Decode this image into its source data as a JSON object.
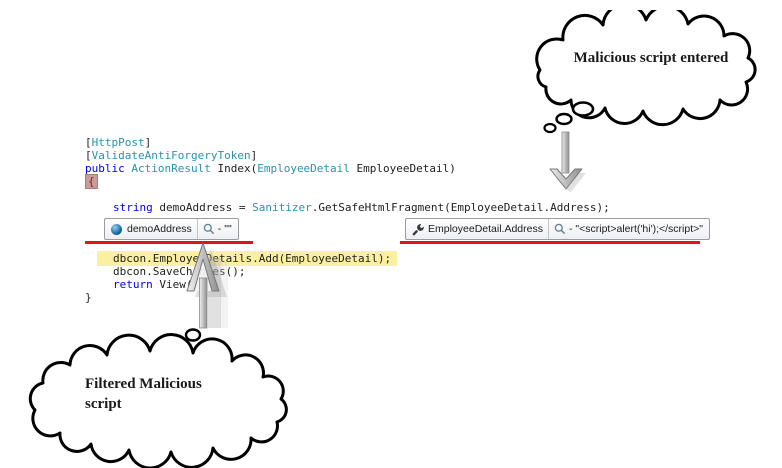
{
  "annotations": {
    "cloud_top": {
      "label": "Malicious script entered"
    },
    "cloud_bottom": {
      "label_line1": "Filtered Malicious",
      "label_line2": "script"
    }
  },
  "code": {
    "l1": [
      "[",
      "HttpPost",
      "]"
    ],
    "l2": [
      "[",
      "ValidateAntiForgeryToken",
      "]"
    ],
    "l3": [
      "public ",
      "ActionResult",
      " Index(",
      "EmployeeDetail",
      " EmployeeDetail)"
    ],
    "l4": "{",
    "l5": [
      "string",
      " demoAddress = ",
      "Sanitizer",
      ".GetSafeHtmlFragment(EmployeeDetail.Address);"
    ],
    "l6": "dbcon.EmployeeDetails.Add(EmployeeDetail);",
    "l7": "dbcon.SaveChanges();",
    "l8": [
      "return",
      " View();"
    ],
    "l9": "}"
  },
  "datatips": {
    "filtered": {
      "name": "demoAddress",
      "value": "- \"\""
    },
    "malicious": {
      "name": "EmployeeDetail.Address",
      "value": "- \"<script>alert('hi');</script>\""
    }
  },
  "colors": {
    "keyword": "#0000f0",
    "type": "#2b91af",
    "plain": "#1e1e1e",
    "line_highlight": "#faf0a0",
    "brace_highlight": "#cb9b9b",
    "underline_red": "#dd1515",
    "cloud_outline": "#000000",
    "arrow_fill": "#c9c9c9"
  }
}
